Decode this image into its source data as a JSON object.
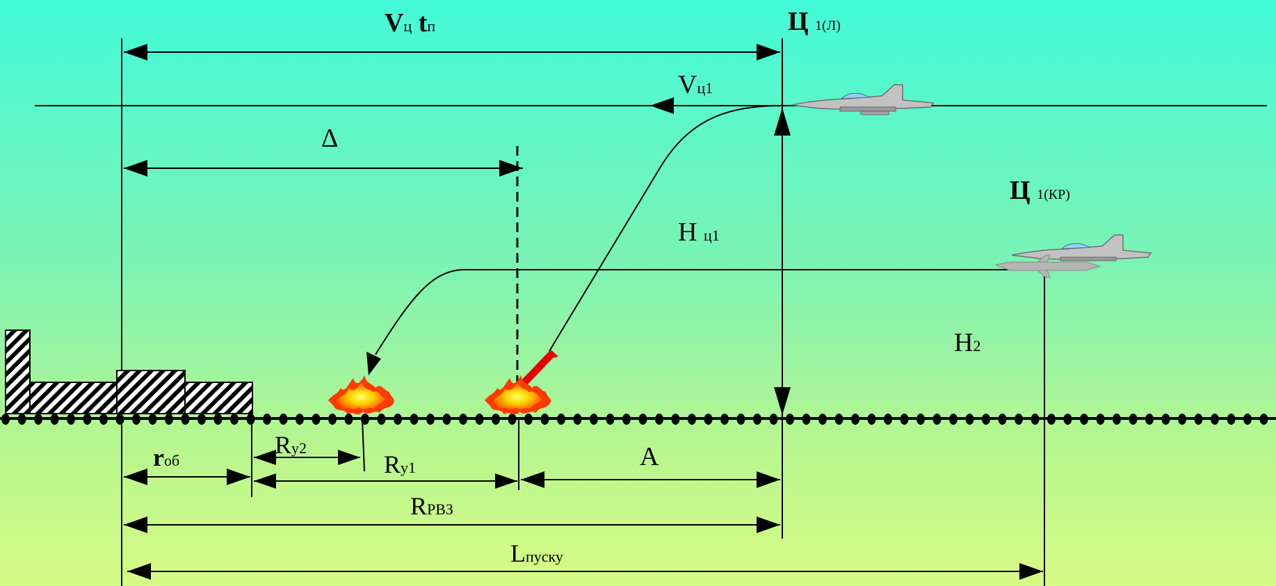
{
  "labels": {
    "v_target_time": {
      "main1": "V",
      "sub1": "ц",
      "main2": "t",
      "sub2": "п"
    },
    "target1_l": {
      "main": "Ц",
      "sub": "1(Л)"
    },
    "v_target1": {
      "main": "V",
      "sub": "ц1"
    },
    "delta": {
      "main": "Δ"
    },
    "target1_kr": {
      "main": "Ц",
      "sub": "1(КР)"
    },
    "h_target1": {
      "main": "Н",
      "sub": "ц1"
    },
    "h2": {
      "main": "Н",
      "sub": "2"
    },
    "r_ob": {
      "main": "r",
      "sub": "об"
    },
    "r_y2": {
      "main": "R",
      "sub": "у2"
    },
    "r_y1": {
      "main": "R",
      "sub": "у1"
    },
    "a": {
      "main": "А"
    },
    "r_rvz": {
      "main": "R",
      "sub": "РВЗ"
    },
    "l_pusku": {
      "main": "L",
      "sub": "пуску"
    }
  },
  "colors": {
    "bg_top": "#43fbd8",
    "bg_bottom": "#d7fb84",
    "line": "#000000",
    "aircraft": "#b9b9b9",
    "fire_outer": "#ff3b00",
    "fire_inner": "#ffe600",
    "missile": "#e60000"
  },
  "icons": {
    "aircraft_high": "jet-fighter-icon",
    "aircraft_low": "jet-fighter-with-cruise-missile-icon",
    "explosion": "explosion-fire-icon",
    "buildings": "hatched-buildings-icon"
  }
}
